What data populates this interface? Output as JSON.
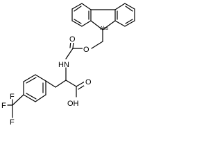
{
  "labels": {
    "stereo_abs": "Abs",
    "ester_o": "O",
    "carbonyl_o": "O",
    "amide_nh": "HN",
    "acid_oh": "OH",
    "carboxyl_o": "O",
    "cf3_f_top": "F",
    "cf3_f_left": "F",
    "cf3_f_bottom": "F"
  }
}
